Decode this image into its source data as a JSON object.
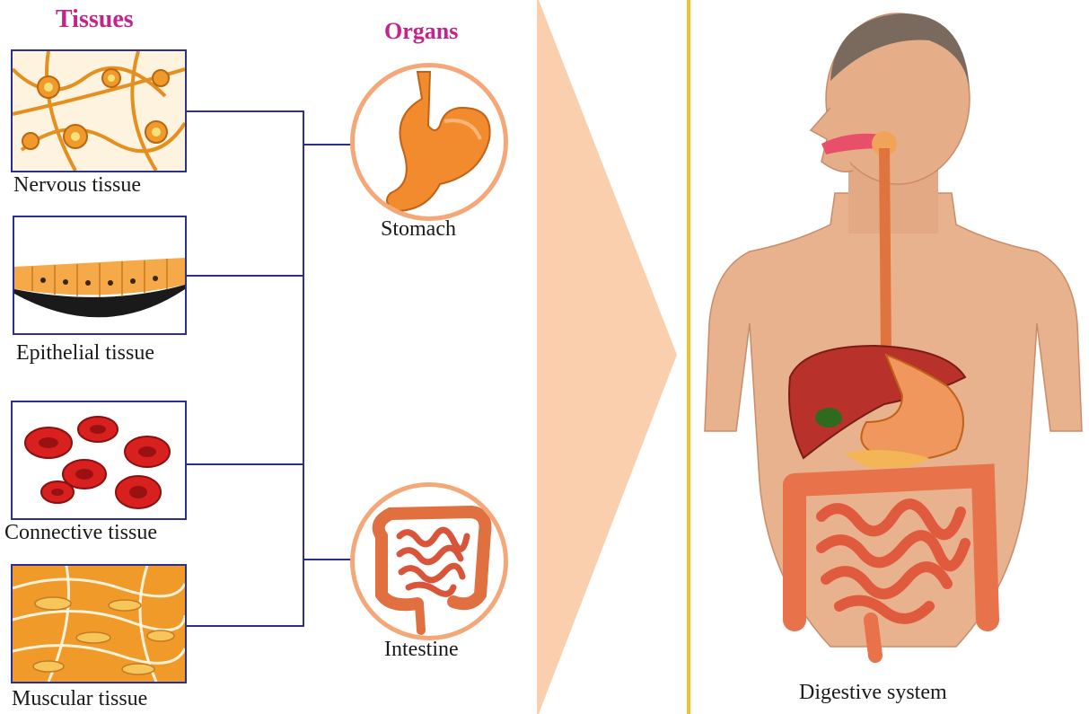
{
  "headings": {
    "tissues": "Tissues",
    "organs": "Organs"
  },
  "tissues": [
    {
      "label": "Nervous tissue"
    },
    {
      "label": "Epithelial tissue"
    },
    {
      "label": "Connective tissue"
    },
    {
      "label": "Muscular tissue"
    }
  ],
  "organs": [
    {
      "label": "Stomach"
    },
    {
      "label": "Intestine"
    }
  ],
  "system": {
    "label": "Digestive system"
  },
  "colors": {
    "heading": "#c4248a",
    "connector": "#2b2f8f",
    "arrow": "#f9cfae",
    "organ_ring": "#f4a878",
    "divider": "#f2c12e"
  }
}
